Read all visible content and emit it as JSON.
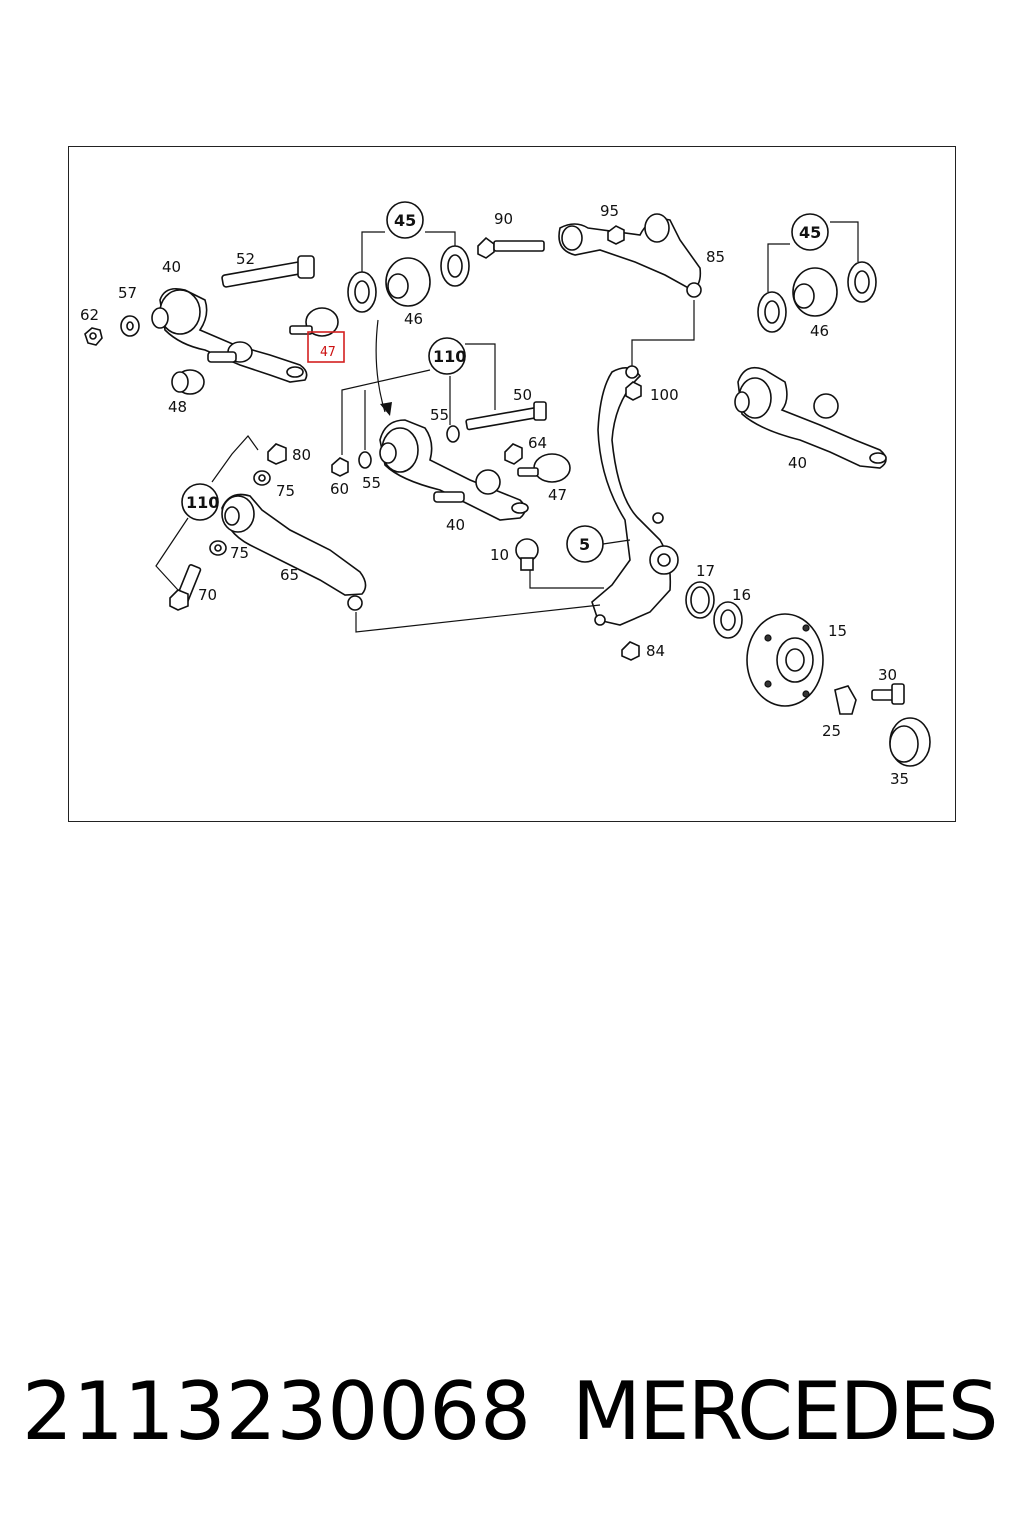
{
  "diagram": {
    "callouts": {
      "c62": "62",
      "c57": "57",
      "c40a": "40",
      "c52": "52",
      "c48": "48",
      "c47hl": "47",
      "c45a": "45",
      "c46a": "46",
      "c90": "90",
      "c95": "95",
      "c85": "85",
      "c45b": "45",
      "c46b": "46",
      "c110a": "110",
      "c50": "50",
      "c55a": "55",
      "c64": "64",
      "c60": "60",
      "c55b": "55",
      "c47": "47",
      "c40b": "40",
      "c100": "100",
      "c40c": "40",
      "c80": "80",
      "c75a": "75",
      "c110b": "110",
      "c75b": "75",
      "c65": "65",
      "c70": "70",
      "c10": "10",
      "c5": "5",
      "c17": "17",
      "c16": "16",
      "c15": "15",
      "c84": "84",
      "c30": "30",
      "c25": "25",
      "c35": "35"
    },
    "highlight_color": "#d42020"
  },
  "footer": {
    "part_number": "2113230068",
    "brand": "MERCEDES"
  }
}
